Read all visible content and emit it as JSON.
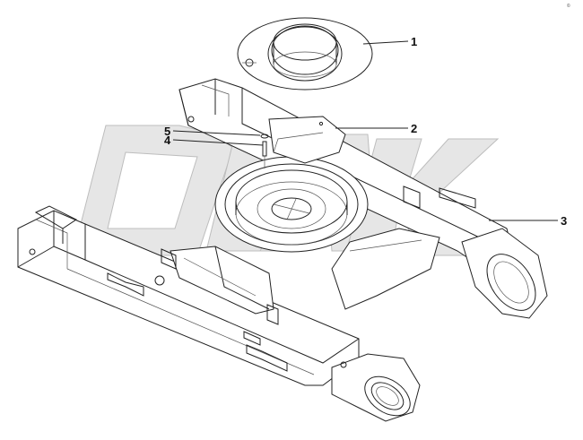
{
  "corner_code": "©",
  "callouts": [
    {
      "number": "1"
    },
    {
      "number": "2"
    },
    {
      "number": "3"
    },
    {
      "number": "4"
    },
    {
      "number": "5"
    }
  ],
  "watermark": "OLAK"
}
